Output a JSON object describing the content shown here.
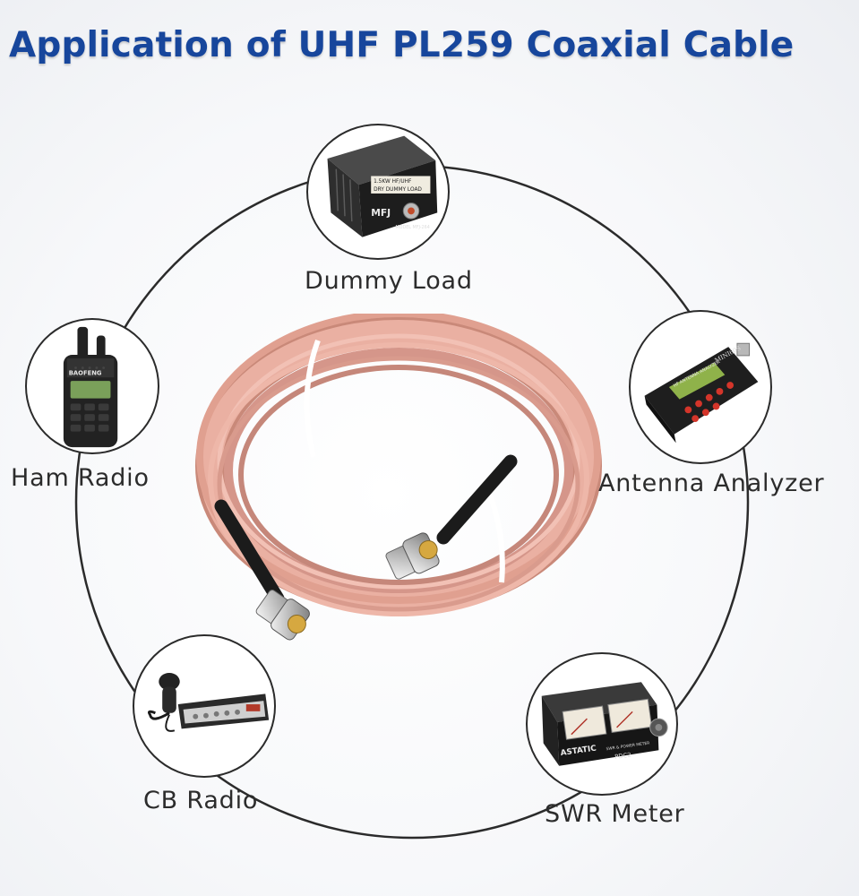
{
  "title": "Application of UHF PL259 Coaxial Cable",
  "applications": [
    {
      "label": "Dummy Load",
      "icon": "dummy-load-icon"
    },
    {
      "label": "Ham Radio",
      "icon": "ham-radio-icon"
    },
    {
      "label": "Antenna Analyzer",
      "icon": "antenna-analyzer-icon"
    },
    {
      "label": "CB Radio",
      "icon": "cb-radio-icon"
    },
    {
      "label": "SWR Meter",
      "icon": "swr-meter-icon"
    }
  ],
  "device_text": {
    "dummy_load": {
      "line1": "1.5KW HF/UHF",
      "line2": "DRY DUMMY LOAD",
      "brand": "MFJ",
      "model": "MODEL MFJ-264"
    },
    "ham_radio": {
      "brand": "BAOFENG"
    },
    "antenna_analyzer": {
      "brand": "MINI60S",
      "line1": "HF ANTENNA ANALYZER"
    },
    "swr_meter": {
      "brand": "ASTATIC",
      "line1": "SWR & POWER METER",
      "model": "PDC2"
    }
  },
  "colors": {
    "title": "#17469c",
    "cable": "#e8a595",
    "ring": "#2b2b2b"
  }
}
